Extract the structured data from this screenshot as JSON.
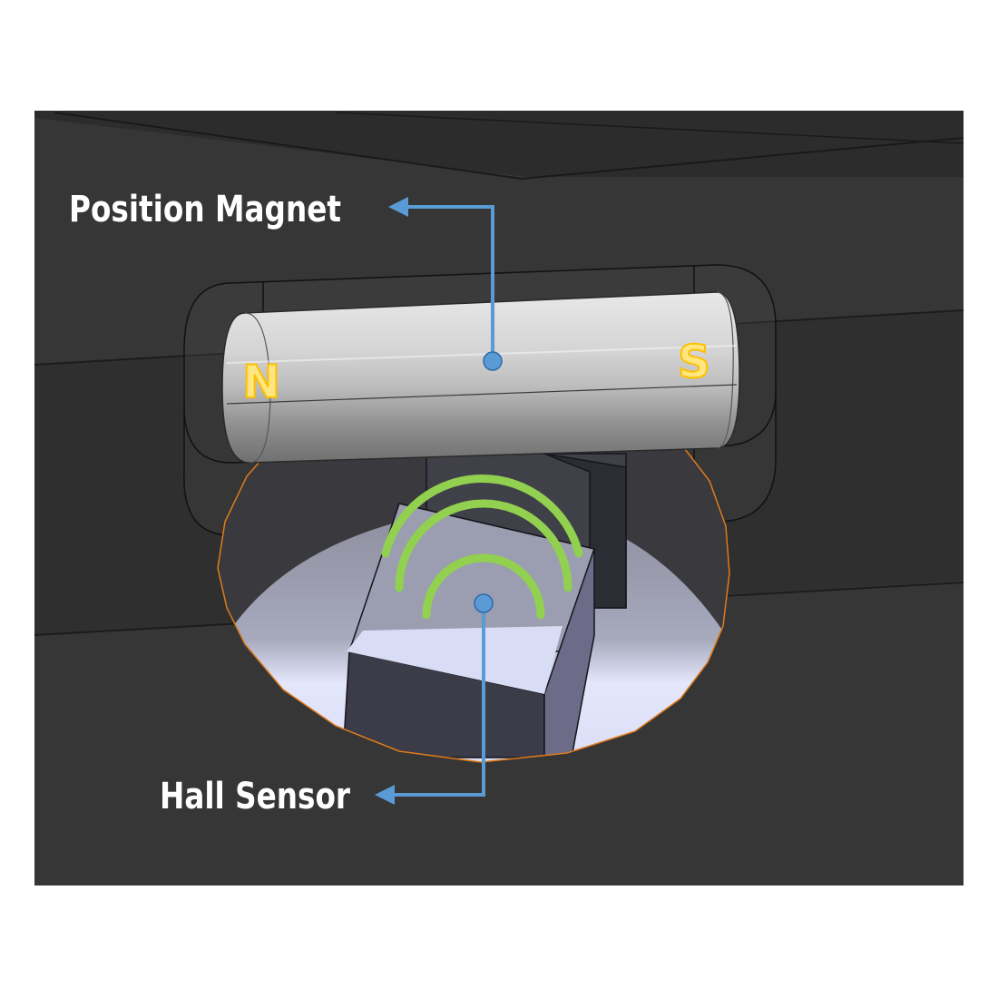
{
  "labels": {
    "position_magnet": "Position Magnet",
    "hall_sensor": "Hall Sensor"
  },
  "poles": {
    "north": "N",
    "south": "S"
  },
  "colors": {
    "background_dark": "#353535",
    "callout_blue": "#5b9bd5",
    "signal_green": "#92d050",
    "pole_yellow": "#ffc000",
    "highlight_orange": "#e07b1a",
    "label_white": "#ffffff"
  },
  "icons": {
    "signal": "wireless-signal-icon",
    "arrow": "left-arrow-icon"
  }
}
